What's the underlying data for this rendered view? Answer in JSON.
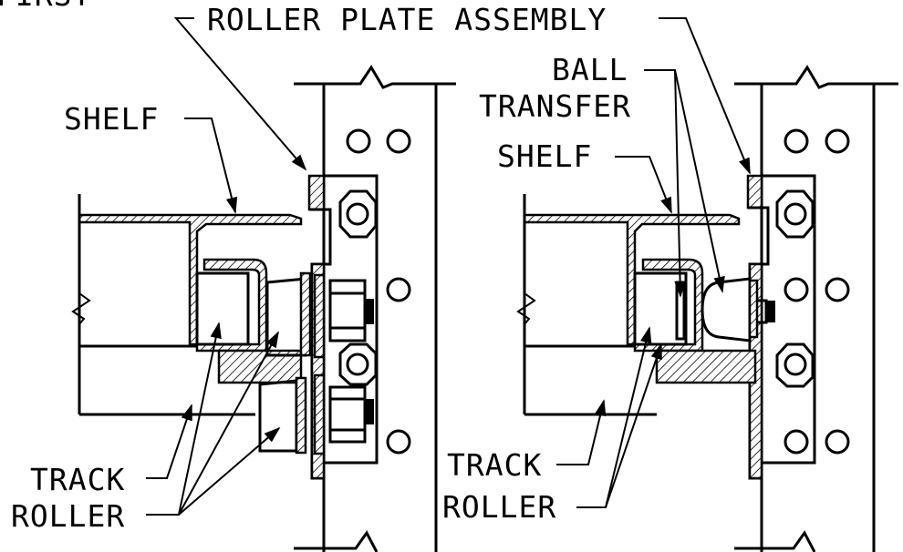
{
  "labels": {
    "top_cut": "FIRST",
    "roller_plate_assembly": "ROLLER PLATE ASSEMBLY",
    "shelf_left": "SHELF",
    "ball_transfer_1": "BALL",
    "ball_transfer_2": "TRANSFER",
    "shelf_right": "SHELF",
    "track_left": "TRACK",
    "roller_left": "ROLLER",
    "track_right": "TRACK",
    "roller_right": "ROLLER"
  }
}
